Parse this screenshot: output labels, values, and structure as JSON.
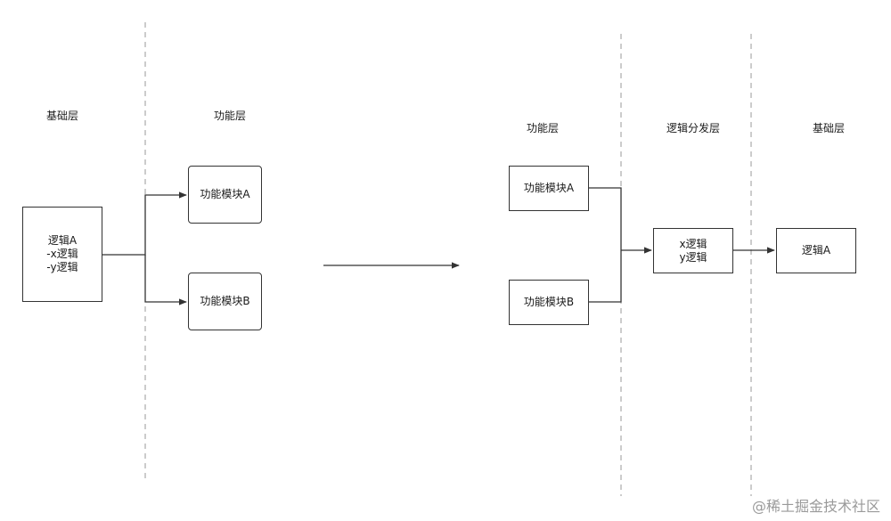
{
  "left": {
    "labels": {
      "base_layer": "基础层",
      "function_layer": "功能层"
    },
    "logic_box": {
      "line1": "逻辑A",
      "line2": "-x逻辑",
      "line3": "-y逻辑"
    },
    "module_a": "功能模块A",
    "module_b": "功能模块B"
  },
  "right": {
    "labels": {
      "function_layer": "功能层",
      "dispatch_layer": "逻辑分发层",
      "base_layer": "基础层"
    },
    "module_a": "功能模块A",
    "module_b": "功能模块B",
    "dispatch_box": {
      "line1": "x逻辑",
      "line2": "y逻辑"
    },
    "logic_a": "逻辑A"
  },
  "watermark": "@稀土掘金技术社区",
  "colors": {
    "line": "#333333",
    "divider": "#999999",
    "watermark": "#9a9a9a"
  }
}
